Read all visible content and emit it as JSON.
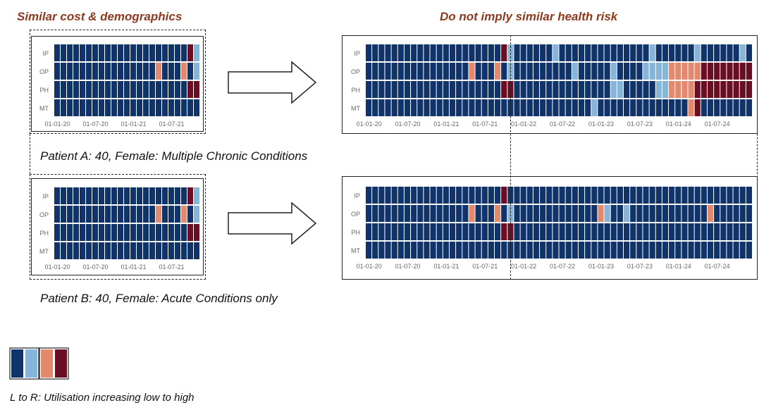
{
  "titles": {
    "left": "Similar cost & demographics",
    "right": "Do not imply similar health risk"
  },
  "captions": {
    "patient_a": "Patient A: 40, Female: Multiple Chronic Conditions",
    "patient_b": "Patient B: 40, Female: Acute Conditions only"
  },
  "legend": {
    "caption": "L to R: Utilisation increasing low to high",
    "colors": [
      "#10346a",
      "#86b5d9",
      "#e3896e",
      "#6a0f23"
    ]
  },
  "row_labels": [
    "IP",
    "OP",
    "PH",
    "MT"
  ],
  "short_ticks": [
    "01-01-20",
    "01-07-20",
    "01-01-21",
    "01-07-21"
  ],
  "long_ticks": [
    "01-01-20",
    "01-07-20",
    "01-01-21",
    "01-07-21",
    "01-01-22",
    "01-07-22",
    "01-01-23",
    "01-07-23",
    "01-01-24",
    "01-07-24"
  ],
  "colors": {
    "0": "#10346a",
    "1": "#86b5d9",
    "2": "#e3896e",
    "3": "#6a0f23"
  },
  "chart_data": [
    {
      "type": "heatmap",
      "name": "Patient A history",
      "rows": [
        "IP",
        "OP",
        "PH",
        "MT"
      ],
      "n_cols": 23,
      "cells": [
        {
          "row": 0,
          "col": 21,
          "level": 3
        },
        {
          "row": 0,
          "col": 22,
          "level": 1
        },
        {
          "row": 1,
          "col": 16,
          "level": 2
        },
        {
          "row": 1,
          "col": 20,
          "level": 2
        },
        {
          "row": 1,
          "col": 22,
          "level": 1
        },
        {
          "row": 2,
          "col": 21,
          "level": 3
        },
        {
          "row": 2,
          "col": 22,
          "level": 3
        }
      ]
    },
    {
      "type": "heatmap",
      "name": "Patient A full",
      "rows": [
        "IP",
        "OP",
        "PH",
        "MT"
      ],
      "n_cols": 60,
      "cells": [
        {
          "row": 0,
          "col": 21,
          "level": 3
        },
        {
          "row": 0,
          "col": 22,
          "level": 1
        },
        {
          "row": 0,
          "col": 29,
          "level": 1
        },
        {
          "row": 0,
          "col": 44,
          "level": 1
        },
        {
          "row": 0,
          "col": 51,
          "level": 1
        },
        {
          "row": 0,
          "col": 58,
          "level": 1
        },
        {
          "row": 1,
          "col": 16,
          "level": 2
        },
        {
          "row": 1,
          "col": 20,
          "level": 2
        },
        {
          "row": 1,
          "col": 22,
          "level": 1
        },
        {
          "row": 1,
          "col": 32,
          "level": 1
        },
        {
          "row": 1,
          "col": 38,
          "level": 1
        },
        {
          "row": 1,
          "col": 43,
          "level": 1
        },
        {
          "row": 1,
          "col": 44,
          "level": 1
        },
        {
          "row": 1,
          "col": 45,
          "level": 1
        },
        {
          "row": 1,
          "col": 46,
          "level": 1
        },
        {
          "row": 1,
          "col": 47,
          "level": 2
        },
        {
          "row": 1,
          "col": 48,
          "level": 2
        },
        {
          "row": 1,
          "col": 49,
          "level": 2
        },
        {
          "row": 1,
          "col": 50,
          "level": 2
        },
        {
          "row": 1,
          "col": 51,
          "level": 2
        },
        {
          "row": 1,
          "col": 52,
          "level": 3
        },
        {
          "row": 1,
          "col": 53,
          "level": 3
        },
        {
          "row": 1,
          "col": 54,
          "level": 3
        },
        {
          "row": 1,
          "col": 55,
          "level": 3
        },
        {
          "row": 1,
          "col": 56,
          "level": 3
        },
        {
          "row": 1,
          "col": 57,
          "level": 3
        },
        {
          "row": 1,
          "col": 58,
          "level": 3
        },
        {
          "row": 1,
          "col": 59,
          "level": 3
        },
        {
          "row": 2,
          "col": 21,
          "level": 3
        },
        {
          "row": 2,
          "col": 22,
          "level": 3
        },
        {
          "row": 2,
          "col": 38,
          "level": 1
        },
        {
          "row": 2,
          "col": 39,
          "level": 1
        },
        {
          "row": 2,
          "col": 45,
          "level": 1
        },
        {
          "row": 2,
          "col": 46,
          "level": 1
        },
        {
          "row": 2,
          "col": 47,
          "level": 2
        },
        {
          "row": 2,
          "col": 48,
          "level": 2
        },
        {
          "row": 2,
          "col": 49,
          "level": 2
        },
        {
          "row": 2,
          "col": 50,
          "level": 2
        },
        {
          "row": 2,
          "col": 51,
          "level": 3
        },
        {
          "row": 2,
          "col": 52,
          "level": 3
        },
        {
          "row": 2,
          "col": 53,
          "level": 3
        },
        {
          "row": 2,
          "col": 54,
          "level": 3
        },
        {
          "row": 2,
          "col": 55,
          "level": 3
        },
        {
          "row": 2,
          "col": 56,
          "level": 3
        },
        {
          "row": 2,
          "col": 57,
          "level": 3
        },
        {
          "row": 2,
          "col": 58,
          "level": 3
        },
        {
          "row": 2,
          "col": 59,
          "level": 3
        },
        {
          "row": 3,
          "col": 35,
          "level": 1
        },
        {
          "row": 3,
          "col": 50,
          "level": 2
        },
        {
          "row": 3,
          "col": 51,
          "level": 3
        }
      ]
    },
    {
      "type": "heatmap",
      "name": "Patient B history",
      "rows": [
        "IP",
        "OP",
        "PH",
        "MT"
      ],
      "n_cols": 23,
      "cells": [
        {
          "row": 0,
          "col": 21,
          "level": 3
        },
        {
          "row": 0,
          "col": 22,
          "level": 1
        },
        {
          "row": 1,
          "col": 16,
          "level": 2
        },
        {
          "row": 1,
          "col": 20,
          "level": 2
        },
        {
          "row": 1,
          "col": 22,
          "level": 1
        },
        {
          "row": 2,
          "col": 21,
          "level": 3
        },
        {
          "row": 2,
          "col": 22,
          "level": 3
        }
      ]
    },
    {
      "type": "heatmap",
      "name": "Patient B full",
      "rows": [
        "IP",
        "OP",
        "PH",
        "MT"
      ],
      "n_cols": 60,
      "cells": [
        {
          "row": 0,
          "col": 21,
          "level": 3
        },
        {
          "row": 1,
          "col": 16,
          "level": 2
        },
        {
          "row": 1,
          "col": 20,
          "level": 2
        },
        {
          "row": 1,
          "col": 22,
          "level": 1
        },
        {
          "row": 1,
          "col": 36,
          "level": 2
        },
        {
          "row": 1,
          "col": 37,
          "level": 1
        },
        {
          "row": 1,
          "col": 40,
          "level": 1
        },
        {
          "row": 1,
          "col": 53,
          "level": 2
        },
        {
          "row": 2,
          "col": 21,
          "level": 3
        },
        {
          "row": 2,
          "col": 22,
          "level": 3
        }
      ]
    }
  ]
}
